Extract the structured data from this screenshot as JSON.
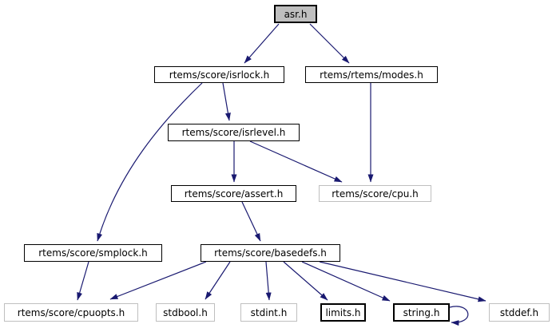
{
  "diagram": {
    "type": "include-dependency-graph",
    "root": "asr.h"
  },
  "colors": {
    "edge": "#191970",
    "root_fill": "#bfbfbf",
    "linked_border": "#000000",
    "plain_border": "#bfbfbf",
    "background": "#ffffff",
    "text": "#000000"
  },
  "nodes": [
    {
      "id": "asr",
      "label": "asr.h",
      "kind": "root"
    },
    {
      "id": "isrlock",
      "label": "rtems/score/isrlock.h",
      "kind": "linked"
    },
    {
      "id": "modes",
      "label": "rtems/rtems/modes.h",
      "kind": "linked"
    },
    {
      "id": "isrlevel",
      "label": "rtems/score/isrlevel.h",
      "kind": "linked"
    },
    {
      "id": "assert",
      "label": "rtems/score/assert.h",
      "kind": "linked"
    },
    {
      "id": "cpu",
      "label": "rtems/score/cpu.h",
      "kind": "plain"
    },
    {
      "id": "smplock",
      "label": "rtems/score/smplock.h",
      "kind": "linked"
    },
    {
      "id": "basedefs",
      "label": "rtems/score/basedefs.h",
      "kind": "linked"
    },
    {
      "id": "cpuopts",
      "label": "rtems/score/cpuopts.h",
      "kind": "plain"
    },
    {
      "id": "stdbool",
      "label": "stdbool.h",
      "kind": "plain"
    },
    {
      "id": "stdint",
      "label": "stdint.h",
      "kind": "plain"
    },
    {
      "id": "limits",
      "label": "limits.h",
      "kind": "linked"
    },
    {
      "id": "string",
      "label": "string.h",
      "kind": "linked"
    },
    {
      "id": "stddef",
      "label": "stddef.h",
      "kind": "plain"
    }
  ],
  "edges": [
    {
      "from": "asr",
      "to": "isrlock"
    },
    {
      "from": "asr",
      "to": "modes"
    },
    {
      "from": "isrlock",
      "to": "isrlevel"
    },
    {
      "from": "isrlock",
      "to": "smplock"
    },
    {
      "from": "modes",
      "to": "cpu"
    },
    {
      "from": "isrlevel",
      "to": "assert"
    },
    {
      "from": "isrlevel",
      "to": "cpu"
    },
    {
      "from": "assert",
      "to": "basedefs"
    },
    {
      "from": "smplock",
      "to": "cpuopts"
    },
    {
      "from": "basedefs",
      "to": "cpuopts"
    },
    {
      "from": "basedefs",
      "to": "stdbool"
    },
    {
      "from": "basedefs",
      "to": "stdint"
    },
    {
      "from": "basedefs",
      "to": "limits"
    },
    {
      "from": "basedefs",
      "to": "string"
    },
    {
      "from": "basedefs",
      "to": "stddef"
    },
    {
      "from": "string",
      "to": "string"
    }
  ]
}
